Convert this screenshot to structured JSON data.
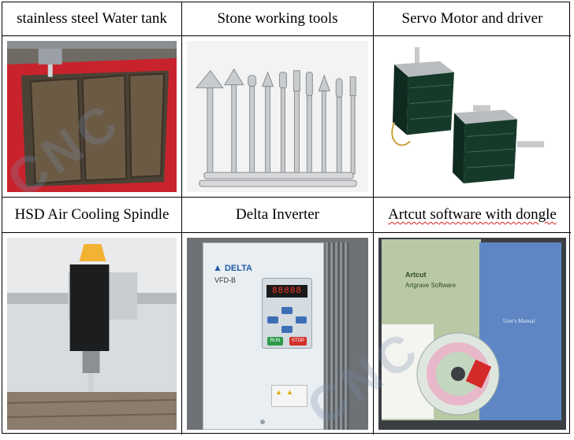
{
  "cells": [
    {
      "label": "stainless steel Water tank"
    },
    {
      "label": "Stone working tools"
    },
    {
      "label": "Servo Motor and driver"
    },
    {
      "label": "HSD Air Cooling Spindle"
    },
    {
      "label": "Delta Inverter"
    },
    {
      "label": "Artcut software with dongle"
    }
  ],
  "inverter": {
    "brand": "DELTA",
    "model": "VFD-B",
    "display": "88888",
    "run_key": "RUN",
    "stop_key": "STOP"
  },
  "software": {
    "package_title": "Artcut",
    "package_subtitle": "Artgrave Software",
    "manual_title": "User's Manual"
  },
  "watermark": "CNC",
  "colors": {
    "tank_red": "#c8232c",
    "inverter_panel": "#e9eef2",
    "motor_green": "#163a2a"
  }
}
